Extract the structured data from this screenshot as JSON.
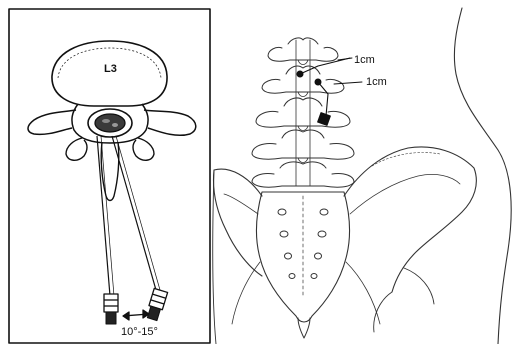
{
  "labels": {
    "vertebra": "L3",
    "angle": "10°-15°",
    "distance_upper": "1cm",
    "distance_lower": "1cm"
  },
  "colors": {
    "ink": "#111111",
    "background": "#ffffff",
    "cord_fill": "#3a3a3a"
  }
}
